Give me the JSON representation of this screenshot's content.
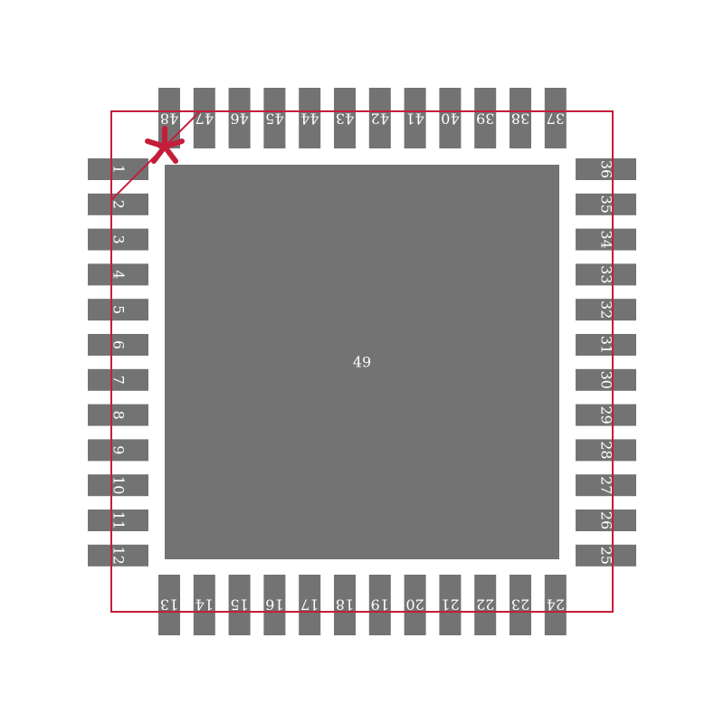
{
  "colors": {
    "pad": "#737373",
    "outline": "#c41e3a",
    "label": "#ffffff",
    "background": "#ffffff"
  },
  "pin1_marker": "asterisk",
  "center_pad": {
    "label": "49"
  },
  "left_pins": [
    "1",
    "2",
    "3",
    "4",
    "5",
    "6",
    "7",
    "8",
    "9",
    "10",
    "11",
    "12"
  ],
  "bottom_pins": [
    "13",
    "14",
    "15",
    "16",
    "17",
    "18",
    "19",
    "20",
    "21",
    "22",
    "23",
    "24"
  ],
  "right_pins": [
    "25",
    "26",
    "27",
    "28",
    "29",
    "30",
    "31",
    "32",
    "33",
    "34",
    "35",
    "36"
  ],
  "top_pins": [
    "37",
    "38",
    "39",
    "40",
    "41",
    "42",
    "43",
    "44",
    "45",
    "46",
    "47",
    "48"
  ]
}
